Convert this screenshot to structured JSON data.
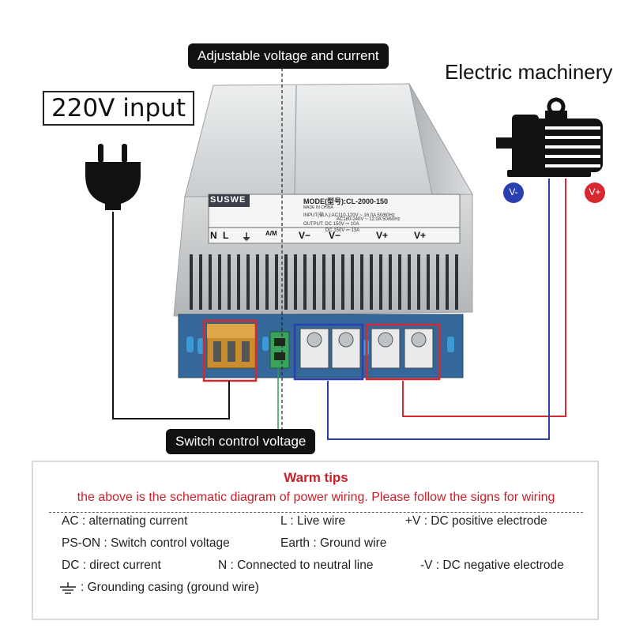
{
  "labels": {
    "input_title": "220V input",
    "motor_title": "Electric machinery",
    "adjust_tag": "Adjustable voltage and current",
    "switch_tag": "Switch control voltage",
    "v_minus": "V-",
    "v_plus": "V+"
  },
  "device": {
    "brand": "SUSWE",
    "model": "MODE(型号):CL-2000-150",
    "made_in": "MADE IN CHINA",
    "input_spec_1": "INPUT(输入):AC110-120V ~ 16.0A  50/60Hz",
    "input_spec_2": "AC180-240V ~ 12.0A  50/60Hz",
    "output_spec_1": "OUTPUT: DC 150V ⎓ 10A",
    "output_spec_2": "DC 150V ⎓ 13A",
    "terminals": [
      "N",
      "L",
      "⏚",
      "A/M",
      "V−",
      "V−",
      "V+",
      "V+"
    ]
  },
  "tips": {
    "title": "Warm tips",
    "subtitle": "the above is the schematic diagram of power wiring. Please follow the signs for wiring",
    "rows": [
      [
        "AC : alternating current",
        "L : Live wire",
        "+V : DC positive electrode"
      ],
      [
        "PS-ON : Switch control voltage",
        "Earth : Ground wire",
        ""
      ],
      [
        "DC : direct current",
        "N : Connected to neutral line",
        "-V : DC negative electrode"
      ]
    ],
    "ground_note": ": Grounding casing (ground wire)"
  },
  "colors": {
    "red_wire": "#d7282f",
    "blue_wire": "#2a3fb0",
    "green_wire": "#2e9a4e",
    "tip_red": "#c8202a",
    "box_fill": "#bfbfbf"
  }
}
